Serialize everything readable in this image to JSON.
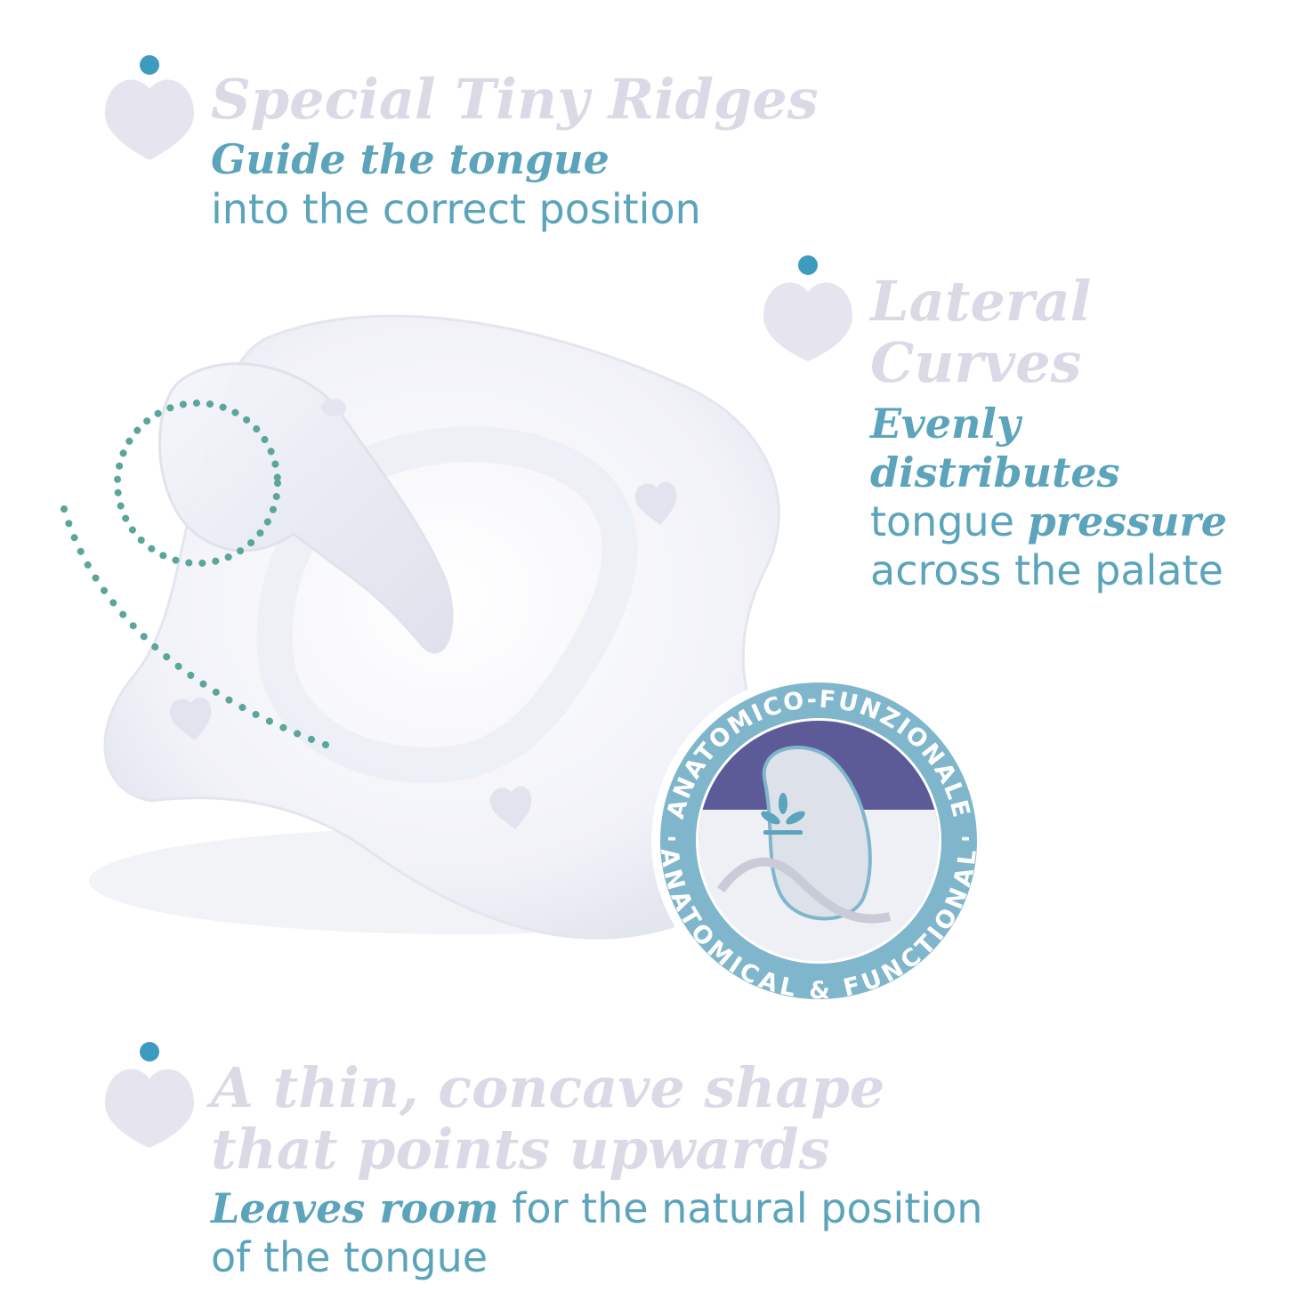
{
  "colors": {
    "heading": "#dcd9e7",
    "accent": "#5ba4bb",
    "dot": "#3d9bbf",
    "heart": "#e6e4ee",
    "dotted_trace": "#5aa59c",
    "badge_ring": "#7fb6cb",
    "badge_inner": "#5d5b97"
  },
  "features": [
    {
      "heading": [
        "Special Tiny Ridges"
      ],
      "accent_line": "Guide the tongue",
      "body_lines": [
        "into the correct position"
      ]
    },
    {
      "heading": [
        "Lateral",
        "Curves"
      ],
      "accent_lines": [
        "Evenly",
        "distributes"
      ],
      "body_mixed": {
        "plain": "tongue ",
        "accent": "pressure"
      },
      "body_lines": [
        "across the palate"
      ]
    },
    {
      "heading": [
        "A thin, concave shape",
        "that points upwards"
      ],
      "accent_inline": "Leaves room",
      "body_inline": " for the natural position",
      "body_lines": [
        "of the tongue"
      ]
    }
  ],
  "badge": {
    "top_text": "ANATOMICO-FUNZIONALE",
    "bottom_text": "ANATOMICAL & FUNCTIONAL",
    "separator": "-"
  },
  "icons": [
    "heart-icon",
    "dot-icon",
    "leaf-logo-icon"
  ]
}
